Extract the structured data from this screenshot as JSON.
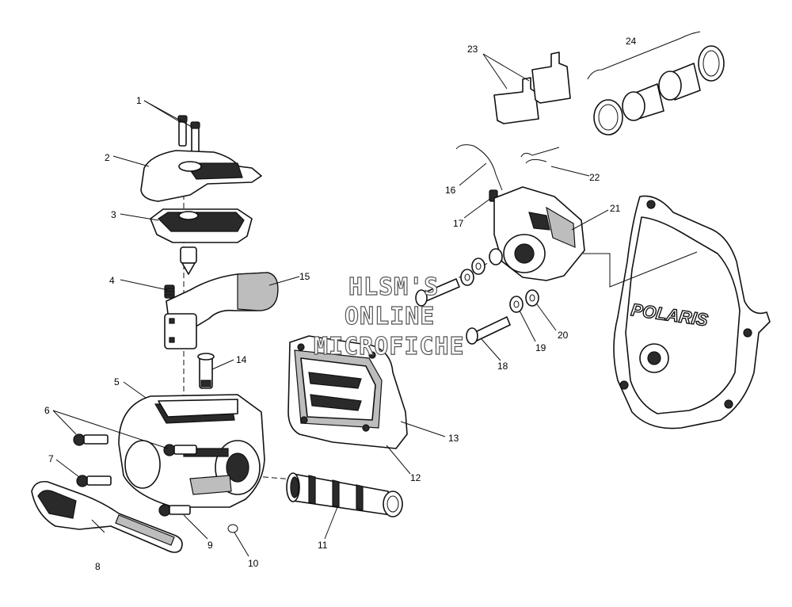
{
  "watermark": {
    "line1": "HLSM'S",
    "line2": "ONLINE",
    "line3": "MICROFICHE"
  },
  "cover_logo": "POLARIS",
  "callouts": [
    "1",
    "2",
    "3",
    "4",
    "5",
    "6",
    "7",
    "8",
    "9",
    "10",
    "11",
    "12",
    "13",
    "14",
    "15",
    "16",
    "17",
    "18",
    "19",
    "20",
    "21",
    "22",
    "23",
    "24"
  ]
}
